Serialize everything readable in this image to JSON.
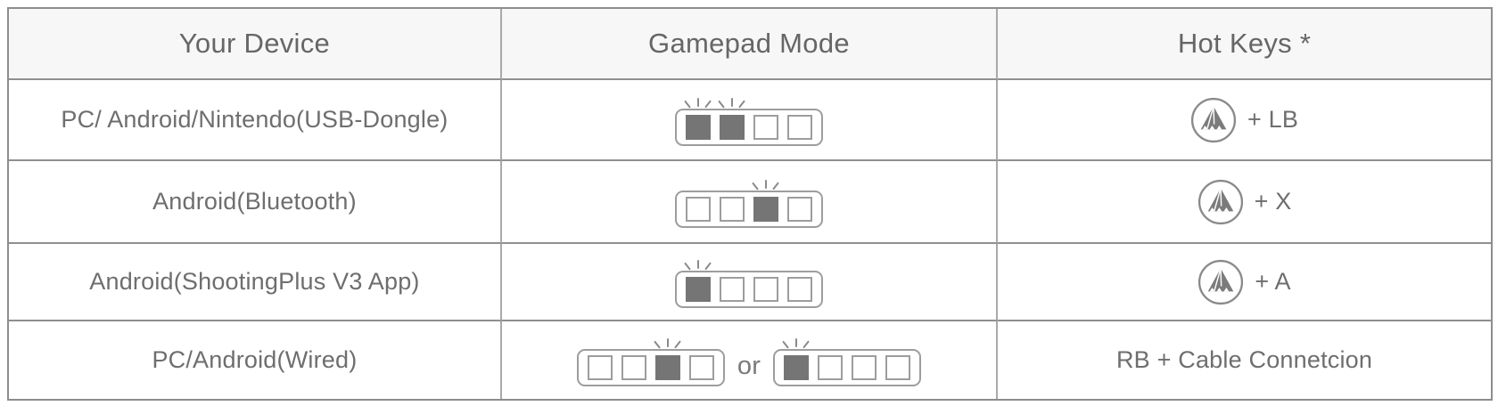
{
  "table": {
    "headers": [
      {
        "label": "Your Device"
      },
      {
        "label": "Gamepad Mode"
      },
      {
        "label": "Hot Keys *"
      }
    ],
    "rows": [
      {
        "device": "PC/ Android/Nintendo(USB-Dongle)",
        "led": [
          {
            "cells": 4,
            "lit": [
              1,
              2
            ]
          }
        ],
        "led_separator": "",
        "hotkey_icon": "home-logo-icon",
        "hotkey_text": "+ LB"
      },
      {
        "device": "Android(Bluetooth)",
        "led": [
          {
            "cells": 4,
            "lit": [
              3
            ]
          }
        ],
        "led_separator": "",
        "hotkey_icon": "home-logo-icon",
        "hotkey_text": "+ X"
      },
      {
        "device": "Android(ShootingPlus V3 App)",
        "led": [
          {
            "cells": 4,
            "lit": [
              1
            ]
          }
        ],
        "led_separator": "",
        "hotkey_icon": "home-logo-icon",
        "hotkey_text": "+ A"
      },
      {
        "device": "PC/Android(Wired)",
        "led": [
          {
            "cells": 4,
            "lit": [
              3
            ]
          },
          {
            "cells": 4,
            "lit": [
              1
            ]
          }
        ],
        "led_separator": "or",
        "hotkey_icon": "",
        "hotkey_text": "RB + Cable Connetcion"
      }
    ],
    "colors": {
      "led_on": "#757575",
      "led_off": "#ffffff",
      "border": "#9d9d9d",
      "header_bg": "#f7f7f7",
      "text": "#6e6e6e"
    }
  }
}
